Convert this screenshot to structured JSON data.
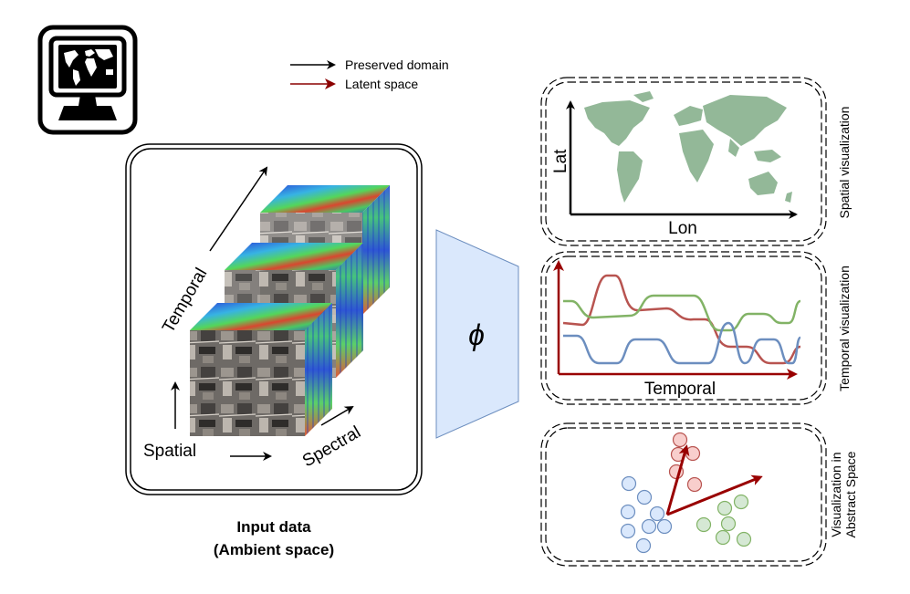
{
  "legend": {
    "preserved_label": "Preserved domain",
    "latent_label": "Latent space",
    "preserved_color": "#000000",
    "latent_color": "#8b0000"
  },
  "input": {
    "title_line1": "Input data",
    "title_line2": "(Ambient space)",
    "temporal_label": "Temporal",
    "spatial_label": "Spatial",
    "spectral_label": "Spectral"
  },
  "mapping": {
    "symbol": "ϕ",
    "fill_color": "#dae8fc",
    "stroke_color": "#6c8ebf"
  },
  "spatial_panel": {
    "side_label": "Spatial visualization",
    "x_axis_label": "Lon",
    "y_axis_label": "Lat",
    "map_color": "#93b898"
  },
  "temporal_panel": {
    "side_label": "Temporal visualization",
    "x_axis_label": "Temporal",
    "axis_color": "#990000",
    "series_colors": [
      "#b85450",
      "#82b366",
      "#6c8ebf"
    ]
  },
  "abstract_panel": {
    "side_label_line1": "Visualization in",
    "side_label_line2": "Abstract Space",
    "vector_color": "#990000",
    "cluster_colors": {
      "blue": {
        "fill": "#dae8fc",
        "stroke": "#6c8ebf"
      },
      "red": {
        "fill": "#f8cecc",
        "stroke": "#b85450"
      },
      "green": {
        "fill": "#d5e8d4",
        "stroke": "#82b366"
      }
    }
  },
  "icons": [
    "computer-monitor-icon",
    "world-map-icon"
  ]
}
